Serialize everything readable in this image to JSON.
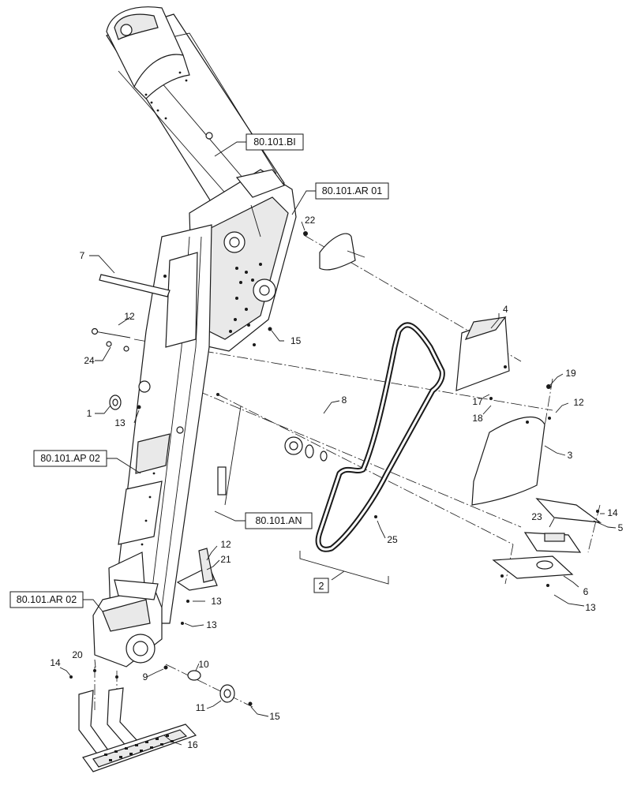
{
  "references": {
    "r1": "80.101.BI",
    "r2": "80.101.AR 01",
    "r3": "80.101.AP 02",
    "r4": "80.101.AN",
    "r5": "80.101.AR 02"
  },
  "assembly_label": "2",
  "callouts": {
    "c1": "1",
    "c3": "3",
    "c4": "4",
    "c5": "5",
    "c6": "6",
    "c7": "7",
    "c8": "8",
    "c9": "9",
    "c10": "10",
    "c11": "11",
    "c12a": "12",
    "c12b": "12",
    "c12c": "12",
    "c13a": "13",
    "c13b": "13",
    "c13c": "13",
    "c13d": "13",
    "c14a": "14",
    "c14b": "14",
    "c15a": "15",
    "c15b": "15",
    "c16": "16",
    "c17": "17",
    "c18": "18",
    "c19": "19",
    "c20": "20",
    "c21": "21",
    "c22": "22",
    "c23": "23",
    "c24": "24",
    "c25": "25"
  }
}
